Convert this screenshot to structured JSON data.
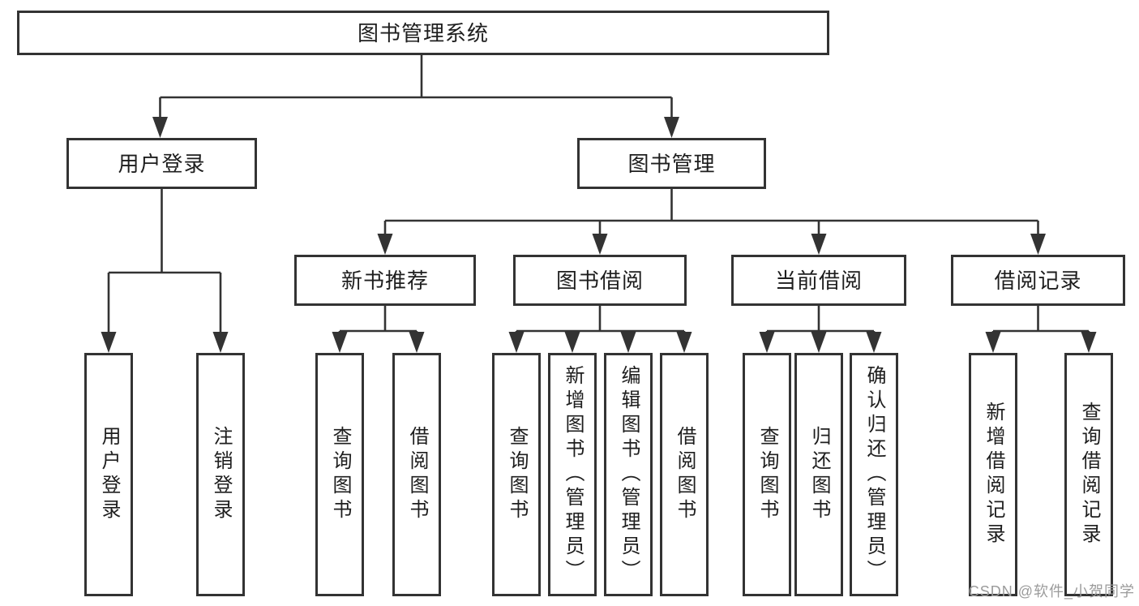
{
  "diagram": {
    "type": "tree",
    "title": "图书管理系统",
    "colors": {
      "line": "#333333",
      "box_border": "#333333",
      "box_fill": "#ffffff",
      "text": "#1e1e1e",
      "watermark": "#9b9b9b"
    }
  },
  "tree": {
    "label": "图书管理系统",
    "children": [
      {
        "label": "用户登录",
        "children": [
          {
            "label": "用户登录"
          },
          {
            "label": "注销登录"
          }
        ]
      },
      {
        "label": "图书管理",
        "children": [
          {
            "label": "新书推荐",
            "children": [
              {
                "label": "查询图书"
              },
              {
                "label": "借阅图书"
              }
            ]
          },
          {
            "label": "图书借阅",
            "children": [
              {
                "label": "查询图书"
              },
              {
                "label": "新增图书（管理员）"
              },
              {
                "label": "编辑图书（管理员）"
              },
              {
                "label": "借阅图书"
              }
            ]
          },
          {
            "label": "当前借阅",
            "children": [
              {
                "label": "查询图书"
              },
              {
                "label": "归还图书"
              },
              {
                "label": "确认归还（管理员）"
              }
            ]
          },
          {
            "label": "借阅记录",
            "children": [
              {
                "label": "新增借阅记录"
              },
              {
                "label": "查询借阅记录"
              }
            ]
          }
        ]
      }
    ]
  },
  "watermark": {
    "text": "CSDN @软件_小贺同学"
  }
}
